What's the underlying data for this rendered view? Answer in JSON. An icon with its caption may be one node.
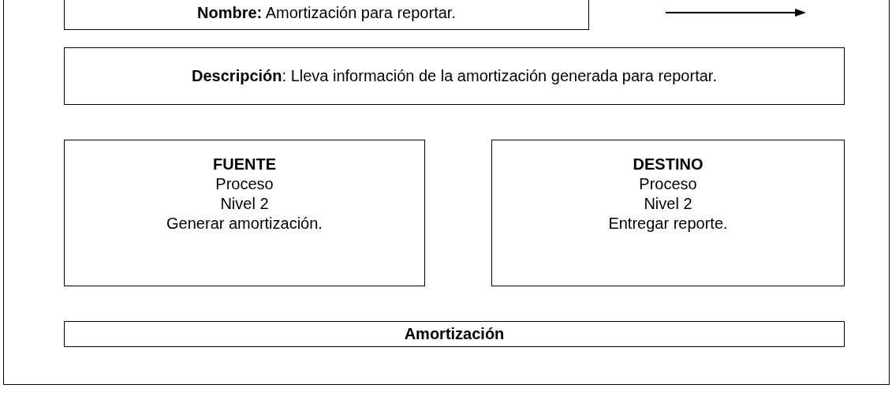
{
  "diagram": {
    "nodes": [
      {
        "text": [],
        "shape": "box"
      },
      {
        "text": [
          "**Nombre:** Amortización para reportar."
        ],
        "in": 0
      },
      {
        "text": [
          "**Descripción**: Lleva información de la amortización generada para reportar."
        ],
        "in": 0
      },
      {
        "text": [
          "FUENTE",
          "Proceso",
          "Nivel 2",
          "Generar amortización."
        ],
        "in": 0
      },
      {
        "text": [
          "DESTINO",
          "Proceso",
          "Nivel 2",
          "Entregar reporte."
        ],
        "in": 0
      },
      {
        "text": [
          "Amortización"
        ],
        "in": 0
      }
    ]
  }
}
